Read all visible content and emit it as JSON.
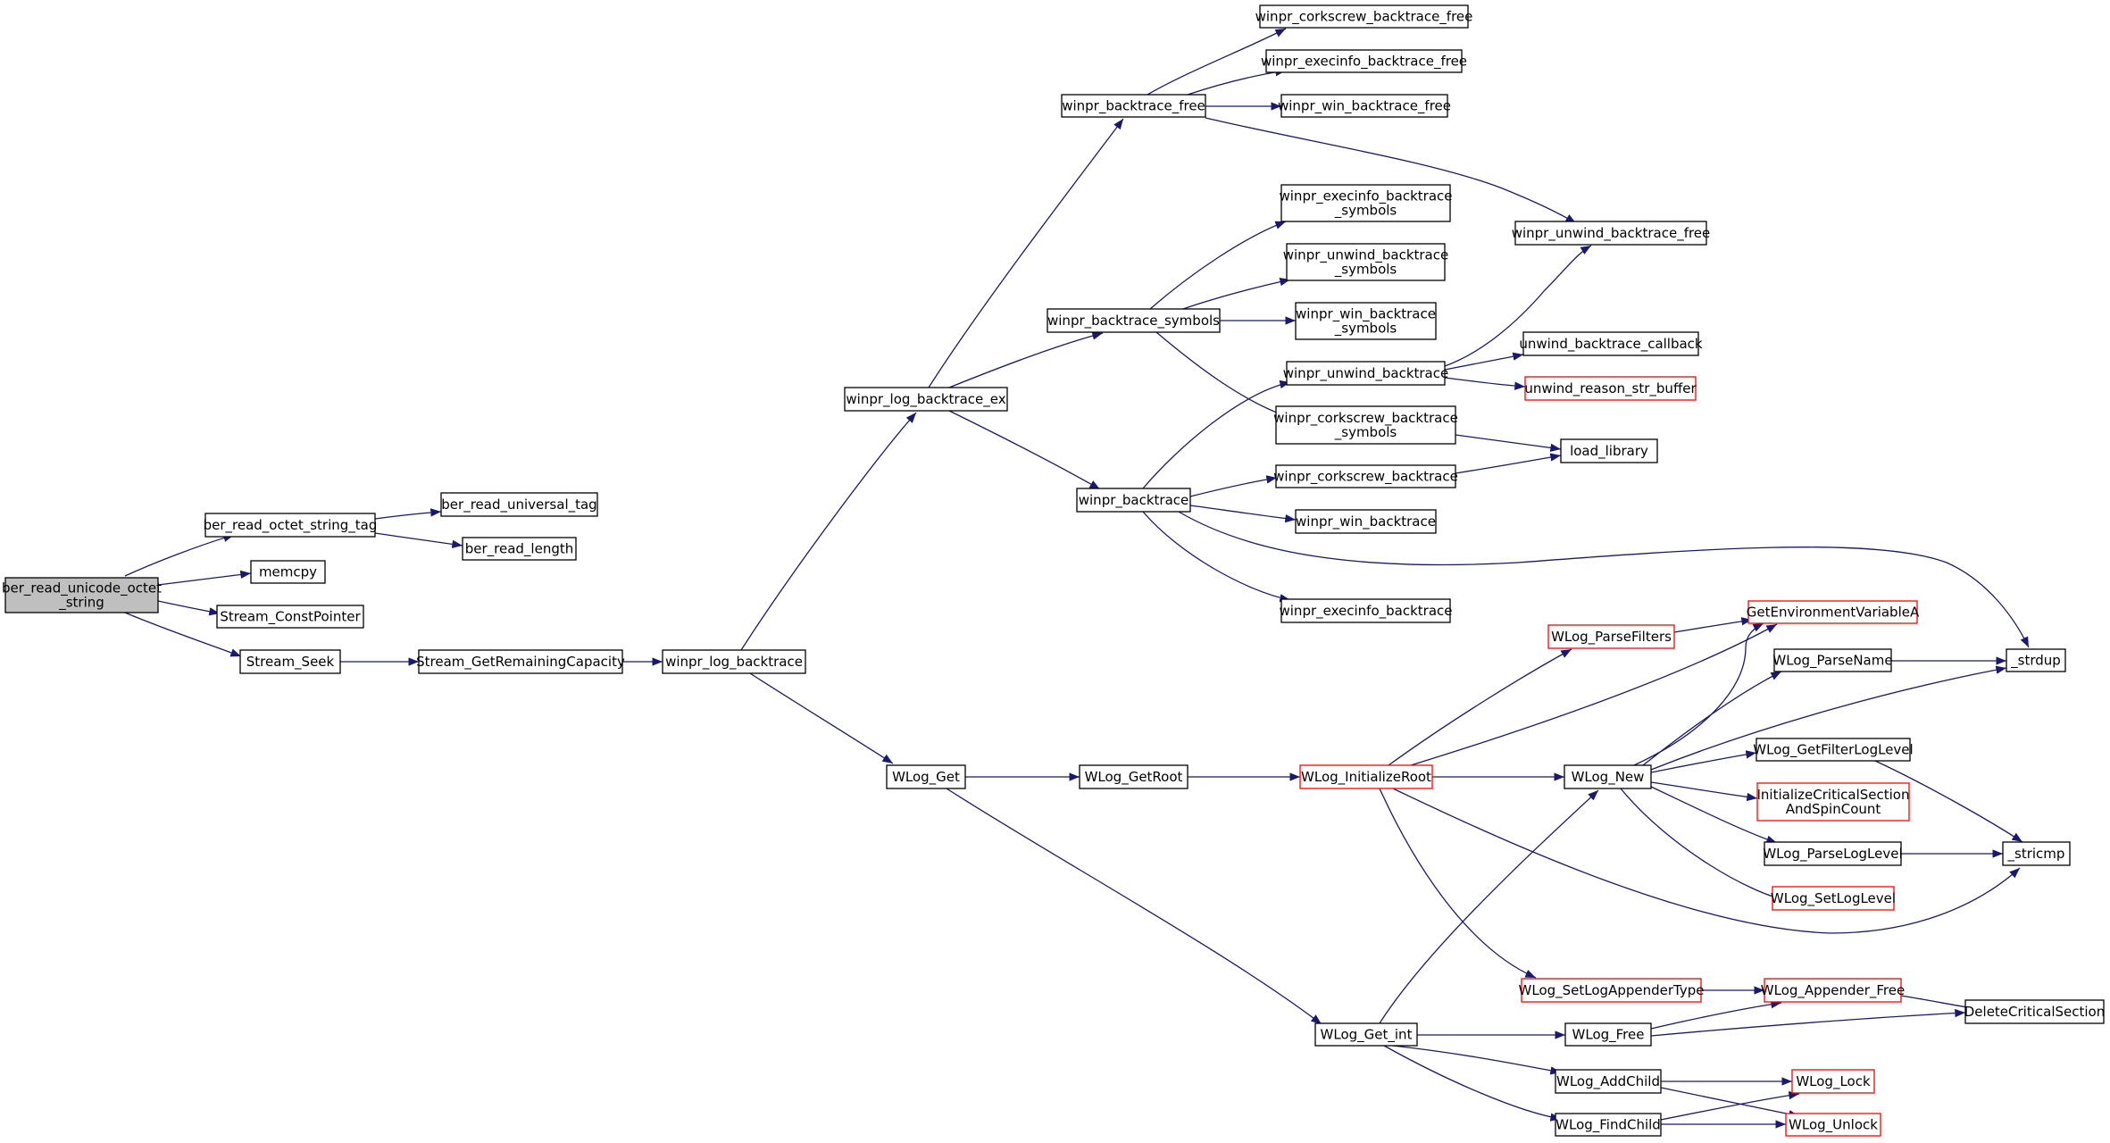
{
  "colors": {
    "edge": "#191970",
    "node_border": "#000000",
    "node_border_truncated": "#ff0000",
    "node_fill": "#ffffff",
    "root_fill": "#bfbfbf",
    "background": "#ffffff"
  },
  "nodes": [
    {
      "id": "root",
      "lines": [
        "ber_read_unicode_octet",
        "_string"
      ],
      "style": "root"
    },
    {
      "id": "ber_read_octet_string_tag",
      "lines": [
        "ber_read_octet_string_tag"
      ],
      "style": "normal"
    },
    {
      "id": "ber_read_universal_tag",
      "lines": [
        "ber_read_universal_tag"
      ],
      "style": "normal"
    },
    {
      "id": "ber_read_length",
      "lines": [
        "ber_read_length"
      ],
      "style": "normal"
    },
    {
      "id": "memcpy",
      "lines": [
        "memcpy"
      ],
      "style": "normal"
    },
    {
      "id": "Stream_ConstPointer",
      "lines": [
        "Stream_ConstPointer"
      ],
      "style": "normal"
    },
    {
      "id": "Stream_Seek",
      "lines": [
        "Stream_Seek"
      ],
      "style": "normal"
    },
    {
      "id": "Stream_GetRemainingCapacity",
      "lines": [
        "Stream_GetRemainingCapacity"
      ],
      "style": "normal"
    },
    {
      "id": "winpr_log_backtrace",
      "lines": [
        "winpr_log_backtrace"
      ],
      "style": "normal"
    },
    {
      "id": "winpr_log_backtrace_ex",
      "lines": [
        "winpr_log_backtrace_ex"
      ],
      "style": "normal"
    },
    {
      "id": "WLog_Get",
      "lines": [
        "WLog_Get"
      ],
      "style": "normal"
    },
    {
      "id": "winpr_backtrace_free",
      "lines": [
        "winpr_backtrace_free"
      ],
      "style": "normal"
    },
    {
      "id": "winpr_backtrace_symbols",
      "lines": [
        "winpr_backtrace_symbols"
      ],
      "style": "normal"
    },
    {
      "id": "winpr_backtrace",
      "lines": [
        "winpr_backtrace"
      ],
      "style": "normal"
    },
    {
      "id": "winpr_corkscrew_backtrace_free",
      "lines": [
        "winpr_corkscrew_backtrace_free"
      ],
      "style": "normal"
    },
    {
      "id": "winpr_execinfo_backtrace_free",
      "lines": [
        "winpr_execinfo_backtrace_free"
      ],
      "style": "normal"
    },
    {
      "id": "winpr_win_backtrace_free",
      "lines": [
        "winpr_win_backtrace_free"
      ],
      "style": "normal"
    },
    {
      "id": "winpr_unwind_backtrace_free",
      "lines": [
        "winpr_unwind_backtrace_free"
      ],
      "style": "normal"
    },
    {
      "id": "winpr_execinfo_backtrace_symbols",
      "lines": [
        "winpr_execinfo_backtrace",
        "_symbols"
      ],
      "style": "normal"
    },
    {
      "id": "winpr_unwind_backtrace_symbols",
      "lines": [
        "winpr_unwind_backtrace",
        "_symbols"
      ],
      "style": "normal"
    },
    {
      "id": "winpr_win_backtrace_symbols",
      "lines": [
        "winpr_win_backtrace",
        "_symbols"
      ],
      "style": "normal"
    },
    {
      "id": "winpr_unwind_backtrace",
      "lines": [
        "winpr_unwind_backtrace"
      ],
      "style": "normal"
    },
    {
      "id": "winpr_corkscrew_backtrace_symbols",
      "lines": [
        "winpr_corkscrew_backtrace",
        "_symbols"
      ],
      "style": "normal"
    },
    {
      "id": "winpr_corkscrew_backtrace",
      "lines": [
        "winpr_corkscrew_backtrace"
      ],
      "style": "normal"
    },
    {
      "id": "winpr_win_backtrace",
      "lines": [
        "winpr_win_backtrace"
      ],
      "style": "normal"
    },
    {
      "id": "winpr_execinfo_backtrace",
      "lines": [
        "winpr_execinfo_backtrace"
      ],
      "style": "normal"
    },
    {
      "id": "unwind_backtrace_callback",
      "lines": [
        "unwind_backtrace_callback"
      ],
      "style": "normal"
    },
    {
      "id": "unwind_reason_str_buffer",
      "lines": [
        "unwind_reason_str_buffer"
      ],
      "style": "truncated"
    },
    {
      "id": "load_library",
      "lines": [
        "load_library"
      ],
      "style": "normal"
    },
    {
      "id": "WLog_GetRoot",
      "lines": [
        "WLog_GetRoot"
      ],
      "style": "normal"
    },
    {
      "id": "WLog_InitializeRoot",
      "lines": [
        "WLog_InitializeRoot"
      ],
      "style": "truncated"
    },
    {
      "id": "WLog_ParseFilters",
      "lines": [
        "WLog_ParseFilters"
      ],
      "style": "truncated"
    },
    {
      "id": "GetEnvironmentVariableA",
      "lines": [
        "GetEnvironmentVariableA"
      ],
      "style": "truncated"
    },
    {
      "id": "WLog_New",
      "lines": [
        "WLog_New"
      ],
      "style": "normal"
    },
    {
      "id": "WLog_ParseName",
      "lines": [
        "WLog_ParseName"
      ],
      "style": "normal"
    },
    {
      "id": "_strdup",
      "lines": [
        "_strdup"
      ],
      "style": "normal"
    },
    {
      "id": "WLog_GetFilterLogLevel",
      "lines": [
        "WLog_GetFilterLogLevel"
      ],
      "style": "normal"
    },
    {
      "id": "InitializeCriticalSectionAndSpinCount",
      "lines": [
        "InitializeCriticalSection",
        "AndSpinCount"
      ],
      "style": "truncated"
    },
    {
      "id": "WLog_ParseLogLevel",
      "lines": [
        "WLog_ParseLogLevel"
      ],
      "style": "normal"
    },
    {
      "id": "_stricmp",
      "lines": [
        "_stricmp"
      ],
      "style": "normal"
    },
    {
      "id": "WLog_SetLogLevel",
      "lines": [
        "WLog_SetLogLevel"
      ],
      "style": "truncated"
    },
    {
      "id": "WLog_SetLogAppenderType",
      "lines": [
        "WLog_SetLogAppenderType"
      ],
      "style": "truncated"
    },
    {
      "id": "WLog_Appender_Free",
      "lines": [
        "WLog_Appender_Free"
      ],
      "style": "truncated"
    },
    {
      "id": "DeleteCriticalSection",
      "lines": [
        "DeleteCriticalSection"
      ],
      "style": "normal"
    },
    {
      "id": "WLog_Get_int",
      "lines": [
        "WLog_Get_int"
      ],
      "style": "normal"
    },
    {
      "id": "WLog_Free",
      "lines": [
        "WLog_Free"
      ],
      "style": "normal"
    },
    {
      "id": "WLog_AddChild",
      "lines": [
        "WLog_AddChild"
      ],
      "style": "normal"
    },
    {
      "id": "WLog_FindChild",
      "lines": [
        "WLog_FindChild"
      ],
      "style": "normal"
    },
    {
      "id": "WLog_Lock",
      "lines": [
        "WLog_Lock"
      ],
      "style": "truncated"
    },
    {
      "id": "WLog_Unlock",
      "lines": [
        "WLog_Unlock"
      ],
      "style": "truncated"
    }
  ],
  "edges": [
    [
      "root",
      "ber_read_octet_string_tag"
    ],
    [
      "root",
      "memcpy"
    ],
    [
      "root",
      "Stream_ConstPointer"
    ],
    [
      "root",
      "Stream_Seek"
    ],
    [
      "ber_read_octet_string_tag",
      "ber_read_universal_tag"
    ],
    [
      "ber_read_octet_string_tag",
      "ber_read_length"
    ],
    [
      "Stream_Seek",
      "Stream_GetRemainingCapacity"
    ],
    [
      "Stream_GetRemainingCapacity",
      "winpr_log_backtrace"
    ],
    [
      "winpr_log_backtrace",
      "winpr_log_backtrace_ex"
    ],
    [
      "winpr_log_backtrace",
      "WLog_Get"
    ],
    [
      "winpr_log_backtrace_ex",
      "winpr_backtrace_free"
    ],
    [
      "winpr_log_backtrace_ex",
      "winpr_backtrace_symbols"
    ],
    [
      "winpr_log_backtrace_ex",
      "winpr_backtrace"
    ],
    [
      "winpr_backtrace_free",
      "winpr_corkscrew_backtrace_free"
    ],
    [
      "winpr_backtrace_free",
      "winpr_execinfo_backtrace_free"
    ],
    [
      "winpr_backtrace_free",
      "winpr_win_backtrace_free"
    ],
    [
      "winpr_backtrace_free",
      "winpr_unwind_backtrace_free"
    ],
    [
      "winpr_backtrace_symbols",
      "winpr_execinfo_backtrace_symbols"
    ],
    [
      "winpr_backtrace_symbols",
      "winpr_unwind_backtrace_symbols"
    ],
    [
      "winpr_backtrace_symbols",
      "winpr_win_backtrace_symbols"
    ],
    [
      "winpr_backtrace_symbols",
      "winpr_corkscrew_backtrace_symbols"
    ],
    [
      "winpr_backtrace",
      "winpr_unwind_backtrace"
    ],
    [
      "winpr_backtrace",
      "winpr_corkscrew_backtrace"
    ],
    [
      "winpr_backtrace",
      "winpr_win_backtrace"
    ],
    [
      "winpr_backtrace",
      "winpr_execinfo_backtrace"
    ],
    [
      "winpr_backtrace",
      "_strdup"
    ],
    [
      "winpr_unwind_backtrace",
      "winpr_unwind_backtrace_free"
    ],
    [
      "winpr_unwind_backtrace",
      "unwind_backtrace_callback"
    ],
    [
      "winpr_unwind_backtrace",
      "unwind_reason_str_buffer"
    ],
    [
      "winpr_corkscrew_backtrace_symbols",
      "load_library"
    ],
    [
      "winpr_corkscrew_backtrace",
      "load_library"
    ],
    [
      "WLog_Get",
      "WLog_GetRoot"
    ],
    [
      "WLog_Get",
      "WLog_Get_int"
    ],
    [
      "WLog_GetRoot",
      "WLog_InitializeRoot"
    ],
    [
      "WLog_InitializeRoot",
      "WLog_ParseFilters"
    ],
    [
      "WLog_InitializeRoot",
      "GetEnvironmentVariableA"
    ],
    [
      "WLog_InitializeRoot",
      "WLog_New"
    ],
    [
      "WLog_InitializeRoot",
      "WLog_SetLogAppenderType"
    ],
    [
      "WLog_InitializeRoot",
      "_stricmp"
    ],
    [
      "WLog_ParseFilters",
      "GetEnvironmentVariableA"
    ],
    [
      "WLog_New",
      "GetEnvironmentVariableA"
    ],
    [
      "WLog_New",
      "WLog_ParseName"
    ],
    [
      "WLog_New",
      "_strdup"
    ],
    [
      "WLog_New",
      "WLog_GetFilterLogLevel"
    ],
    [
      "WLog_New",
      "InitializeCriticalSectionAndSpinCount"
    ],
    [
      "WLog_New",
      "WLog_ParseLogLevel"
    ],
    [
      "WLog_New",
      "WLog_SetLogLevel"
    ],
    [
      "WLog_ParseName",
      "_strdup"
    ],
    [
      "WLog_GetFilterLogLevel",
      "_stricmp"
    ],
    [
      "WLog_ParseLogLevel",
      "_stricmp"
    ],
    [
      "WLog_SetLogAppenderType",
      "WLog_Appender_Free"
    ],
    [
      "WLog_Appender_Free",
      "DeleteCriticalSection"
    ],
    [
      "WLog_Get_int",
      "WLog_New"
    ],
    [
      "WLog_Get_int",
      "WLog_Free"
    ],
    [
      "WLog_Get_int",
      "WLog_AddChild"
    ],
    [
      "WLog_Get_int",
      "WLog_FindChild"
    ],
    [
      "WLog_Free",
      "WLog_Appender_Free"
    ],
    [
      "WLog_Free",
      "DeleteCriticalSection"
    ],
    [
      "WLog_AddChild",
      "WLog_Lock"
    ],
    [
      "WLog_AddChild",
      "WLog_Unlock"
    ],
    [
      "WLog_FindChild",
      "WLog_Lock"
    ],
    [
      "WLog_FindChild",
      "WLog_Unlock"
    ]
  ]
}
